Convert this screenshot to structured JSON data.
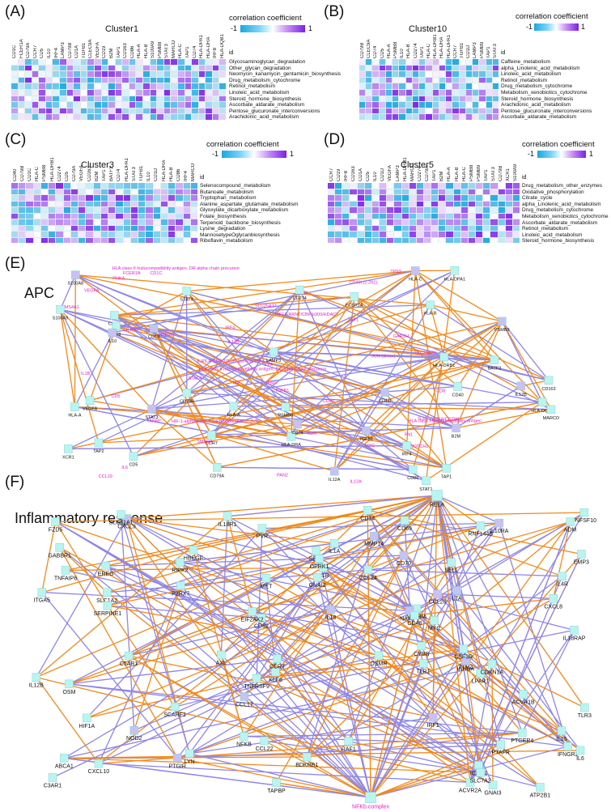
{
  "panels": {
    "A": {
      "letter": "(A)",
      "title": "Cluster1",
      "cols": [
        "CD1C",
        "FCER1A",
        "CD79A",
        "CCR7",
        "CD5",
        "IL10",
        "IRF4",
        "LAMP3",
        "CD79B",
        "CD1A",
        "TGFB1",
        "CLEC9A",
        "VEGFA",
        "CD19",
        "B2M",
        "TAP1",
        "CD163",
        "CD86",
        "HLA-A",
        "HLA-B",
        "S100A9",
        "PSMB8",
        "STAT3",
        "MARCO",
        "HLA-C",
        "TAP1",
        "CD74",
        "HLA-DPA1",
        "HLA-DRA",
        "IRF8",
        "HLA-DQB1"
      ],
      "rows": [
        "Glycosaminoglycan_degradation",
        "Other_glycan_degradation",
        "Neomycin_kanamycin_gentamicin_biosynthesis",
        "Drug_metabolism_cytochrome",
        "Retinol_metabolism",
        "Linoleic_acid_metabolism",
        "Steroid_hormone_biosynthesis",
        "Ascorbate_aldarate_metabolism",
        "Pentose_glucuronate_interconversions",
        "Arachidonic_acid_metabolism"
      ]
    },
    "B": {
      "letter": "(B)",
      "title": "Cluster10",
      "cols": [
        "CD79B",
        "CLEC9A",
        "CD74",
        "CD5",
        "HLA-A",
        "PSMB8",
        "IL10",
        "HLA-B",
        "CD274",
        "TAP1",
        "HLA-C",
        "HLA-DRB1",
        "HLA-DRA",
        "HLA-DPA1",
        "CCR7",
        "TGFB1",
        "CD1D",
        "LAMP3",
        "PSMB9",
        "TAP1",
        "STAT3"
      ],
      "rows": [
        "Caffeine_metabolism",
        "alpha_Linolenic_acid_metabolism",
        "Linoleic_acid_metabolism",
        "Retinol_metabolism",
        "Drug_metabolism_cytochrome",
        "Metabolism_xenobiotics_cytochrome",
        "Steroid_hormone_biosynthesis",
        "Arachidonic_acid_metabolism",
        "Pentose_glucuronate_interconversions",
        "Ascorbate_aldarate_metabolism"
      ]
    },
    "C": {
      "letter": "(C)",
      "title": "Cluster3",
      "cols": [
        "CD40",
        "CD79B",
        "CD1C",
        "HLA-C",
        "PSMB8",
        "HLA-DRB1",
        "CD274",
        "CD5",
        "CD79A",
        "VEGFA",
        "CD163",
        "B2M",
        "TAP1",
        "BATF3",
        "CD74",
        "HLA-DPA1",
        "STAT3",
        "TGFB1",
        "IL10",
        "CD1D",
        "HLA-DRA",
        "HLA-B",
        "CD86",
        "IRF4",
        "MARCO"
      ],
      "rows": [
        "Selenocompound_metabolism",
        "Butanoate_metabolism",
        "Tryptophan_metabolism",
        "Alanine_aspartate_glutamate_metabolism",
        "Glyoxylate_dicarboxylate_metabolism",
        "Folate_biosynthesis",
        "Terpenoid_backbone_biosynthesis",
        "Lysine_degradation",
        "MannosetypeOglycanbiosynthesis",
        "Riboflavin_metabolism"
      ]
    },
    "D": {
      "letter": "(D)",
      "title": "Cluster5",
      "cols": [
        "CCR7",
        "CD19",
        "IRF8",
        "CD163",
        "CD1A",
        "CD5",
        "IL10",
        "CD1D",
        "VEGFA",
        "LAMP3",
        "HLA-DRB1",
        "MARCO",
        "CD274",
        "CD79A",
        "TAP1",
        "B2M",
        "HLA-A",
        "HLA-B",
        "HLA-C",
        "PSMB8",
        "PSMB9",
        "TAP1",
        "STAT3",
        "CD79B",
        "XCR1",
        "S100A9"
      ],
      "rows": [
        "Drug_metabolism_other_enzymes",
        "Oxidative_phosphorylation",
        "Citrate_cycle",
        "alpha_Linolenic_acid_metabolism",
        "Drug_metabolism_cytochrome",
        "Metabolism_xenobiotics_cytochrome",
        "Ascorbate_aldarate_metabolism",
        "Retinol_metabolism",
        "Linoleic_acid_metabolism",
        "Steroid_hormone_biosynthesis"
      ]
    }
  },
  "legend": {
    "title": "correlation coefficient",
    "min": "-1",
    "max": "1",
    "id_label": "id"
  },
  "panelE": {
    "letter": "(E)",
    "title": "APC"
  },
  "panelF": {
    "letter": "(F)",
    "title": "Inflammatory response"
  },
  "colors": {
    "low": "#1aa7e0",
    "high": "#7a1fe8",
    "edge_pos": "#f08a1c",
    "edge_neg": "#8f86e6",
    "node": "#b9f5f0",
    "node_dark": "#8ccfcf",
    "node_purple": "#c7c2f4",
    "magenta": "#e020d0"
  },
  "apc_nodes": [
    "CD86",
    "CD274",
    "HLA-DRA",
    "HLA-DQB1",
    "CD74",
    "HLA-DPA1",
    "HLA-DRB1",
    "CD40",
    "PSMB9",
    "PSMB8",
    "TAP1",
    "TAP2",
    "HLA-A",
    "HLA-B",
    "HLA-C",
    "B2M",
    "HLA-A",
    "CD1C",
    "IRF8",
    "MARCO",
    "TGFB1",
    "CD1D",
    "IL12B",
    "IL12A",
    "STAT1",
    "STAT3",
    "STAT4",
    "IRF4",
    "IL10",
    "VEGFA",
    "BATF3",
    "XCR1",
    "CCR7",
    "FCER1A",
    "CD79B",
    "CD79A",
    "CD19",
    "CD5",
    "LAMP3",
    "S100A9",
    "S100A8",
    "CD163"
  ],
  "apc_labels": [
    "HLA class II histocompatibility antigen, DQ alpha chain precursor",
    "HLA class II histocompatibility antigen, DR alpha chain precursor",
    "HLA class I histocompatibility antigen",
    "TAP1",
    "TAPBP",
    "CD1C",
    "B2M",
    "CD40",
    "IL12B",
    "IL4/IL4R/JAK1/IL2R gamma/JAK3",
    "CD40L(1-261)",
    "IL12A",
    "STAT4",
    "JUN (dimer)",
    "IRF4",
    "IL10",
    "CCL19",
    "CD8",
    "HSP90",
    "PHKA",
    "SLC25A37",
    "CD79A/CD79B",
    "FCER1A",
    "SYK",
    "MS4A1",
    "HIF1A/ARNT/CBP/p300/HDAC7",
    "HIF-1-alpha/ARNT/CREB/p300/JAB1/c-JUN",
    "VEGFA",
    "PAN2",
    "LILRB2",
    "SMAD3",
    "TGFB1",
    "IFNG",
    "CD5",
    "SLC25A24",
    "KDR",
    "NOTCH1",
    "FN1",
    "GAPDH",
    "MYC",
    "TP53",
    "TNF",
    "IL6",
    "IL1B"
  ],
  "inf_nodes": [
    "CXCL10",
    "RELA",
    "ABCA1",
    "CD69",
    "MYC",
    "P2RX7",
    "EMP3",
    "IFNGR2",
    "EREG",
    "TNFRSF9",
    "PVR",
    "TNFSF10",
    "SCARF1",
    "CD82",
    "CXCL9",
    "PTGER4",
    "HBEGF",
    "IL12B",
    "CCL24",
    "CCL17",
    "IL10RA",
    "LTA",
    "ITGA5",
    "TLR3",
    "NFKBIA",
    "IL18",
    "ICAM1",
    "IRF1",
    "RIPK2",
    "CD14",
    "NOD2",
    "IL1A",
    "CCL20",
    "CCL22",
    "CYBB",
    "SELE",
    "SELL",
    "OSM",
    "LYN",
    "IL1B",
    "IL6",
    "NFKB",
    "TNFAIP6",
    "TLR2",
    "SLC1A2",
    "TLR1",
    "ACVR2A",
    "ACVR1B",
    "INHBA",
    "AXL",
    "IL4R",
    "OSMR",
    "CSF3R",
    "NAMPT",
    "RAF1",
    "MET",
    "EIF2AK2",
    "IL15",
    "MMP14",
    "KLF6",
    "HIF1A",
    "CD48",
    "SERPINE1",
    "IL18R1",
    "IL18RAP",
    "GNAI3",
    "C3AR1",
    "LPAR1",
    "PTAFR",
    "BDKRB1",
    "OPRK1",
    "GNAI2",
    "GABBR1",
    "CCR7",
    "C5AR1",
    "FZD5",
    "ATP2B1",
    "SLC31A1",
    "SLC7A2",
    "PTGIR",
    "RNF144B",
    "CD70",
    "CDKN1A",
    "TAPBP",
    "ADM",
    "CXCL8",
    "NFKb.complex"
  ]
}
